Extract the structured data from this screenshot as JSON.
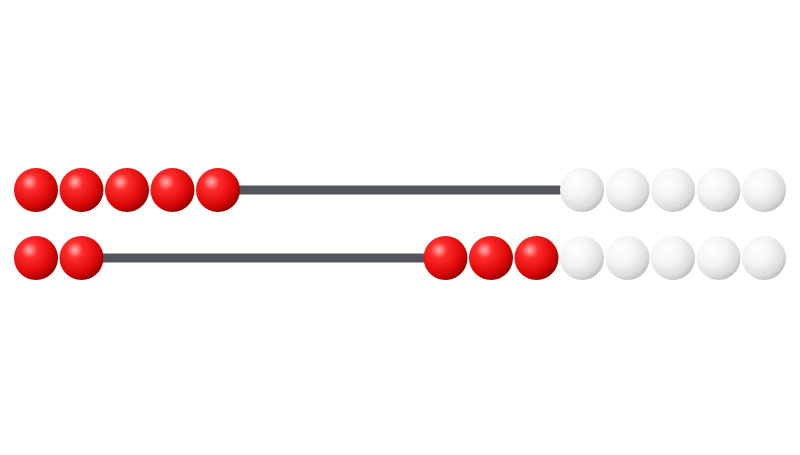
{
  "abacus": {
    "bead_colors": {
      "red": "#e01010",
      "white": "#f2f2f2"
    },
    "rod_color": "#54565e",
    "rows": [
      {
        "name": "row-1",
        "beads": [
          {
            "group": "left",
            "color": "red",
            "count": 5
          },
          {
            "group": "right",
            "color": "white",
            "count": 5
          }
        ]
      },
      {
        "name": "row-2",
        "beads": [
          {
            "group": "left",
            "color": "red",
            "count": 2
          },
          {
            "group": "right",
            "color": "red",
            "count": 3
          },
          {
            "group": "right",
            "color": "white",
            "count": 5
          }
        ]
      }
    ]
  }
}
